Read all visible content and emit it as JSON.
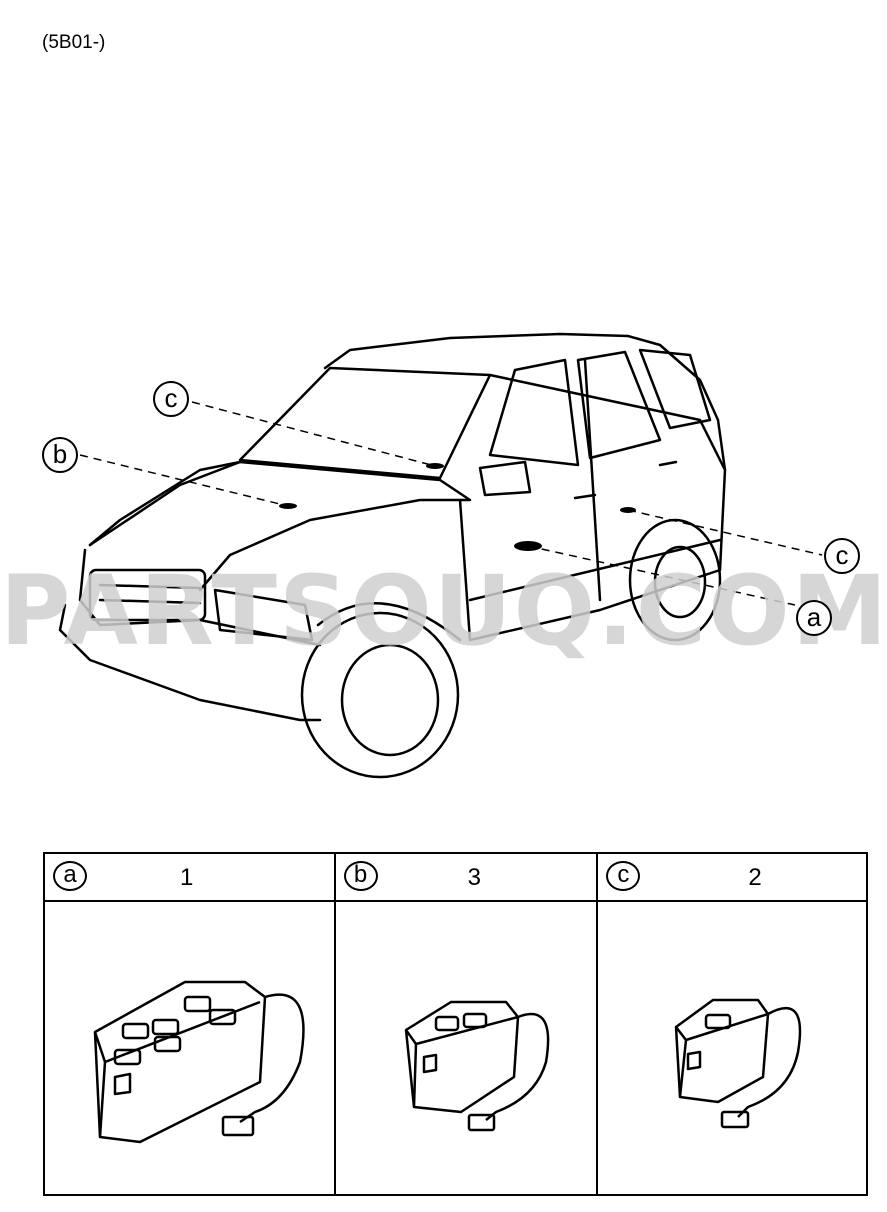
{
  "diagram_code": "(5B01-)",
  "watermark": "PARTSOUQ.COM",
  "callouts": [
    {
      "id": "c_top",
      "symbol": "c"
    },
    {
      "id": "b",
      "symbol": "b"
    },
    {
      "id": "c_side",
      "symbol": "c"
    },
    {
      "id": "a",
      "symbol": "a"
    }
  ],
  "parts_table": [
    {
      "symbol": "a",
      "quantity": "1"
    },
    {
      "symbol": "b",
      "quantity": "3"
    },
    {
      "symbol": "c",
      "quantity": "2"
    }
  ]
}
